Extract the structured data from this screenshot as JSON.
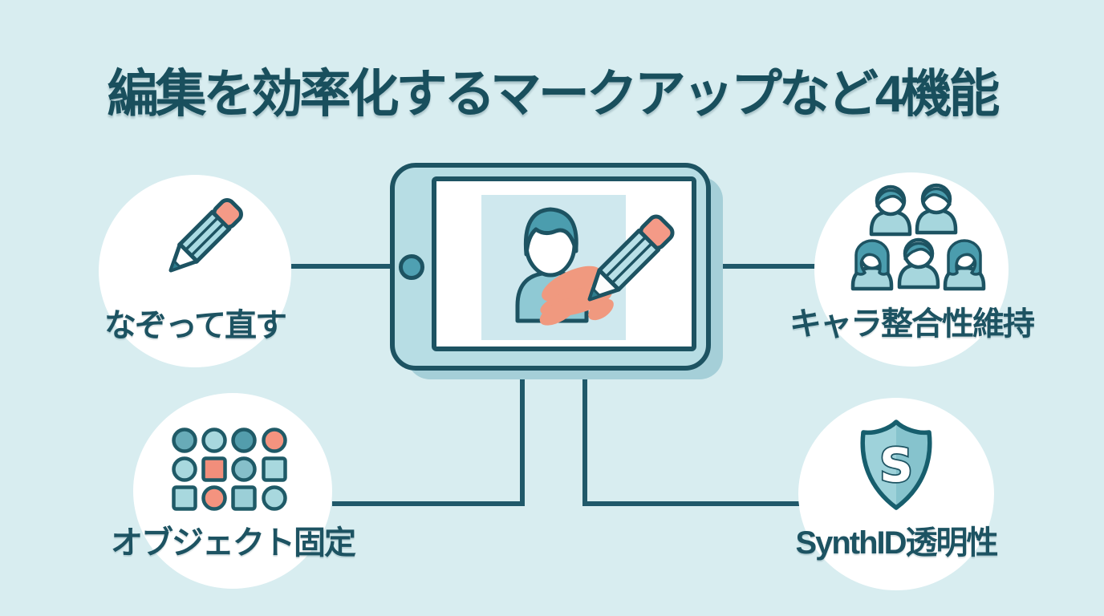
{
  "title": "編集を効率化するマークアップなど4機能",
  "features": [
    {
      "id": "trace-fix",
      "label": "なぞって直す",
      "icon": "pencil-icon",
      "position": "top-left"
    },
    {
      "id": "character-consistency",
      "label": "キャラ整合性維持",
      "icon": "people-group-icon",
      "position": "top-right"
    },
    {
      "id": "object-lock",
      "label": "オブジェクト固定",
      "icon": "shapes-grid-icon",
      "position": "bottom-left"
    },
    {
      "id": "synthid-transparency",
      "label": "SynthID透明性",
      "icon": "shield-s-icon",
      "position": "bottom-right",
      "badge_letter": "S"
    }
  ],
  "center_illustration": {
    "device": "tablet",
    "content": "person-being-edited-with-pencil"
  },
  "colors": {
    "background": "#d8edf0",
    "ink": "#1d5362",
    "tablet_fill": "#b7dde4",
    "tablet_shadow": "#a5cfd8",
    "panel_fill": "#cfe8ee",
    "teal_light": "#a8d8de",
    "teal_mid": "#68abb8",
    "teal_dark": "#539dac",
    "salmon": "#f4937f",
    "node_fill": "#ffffff"
  }
}
